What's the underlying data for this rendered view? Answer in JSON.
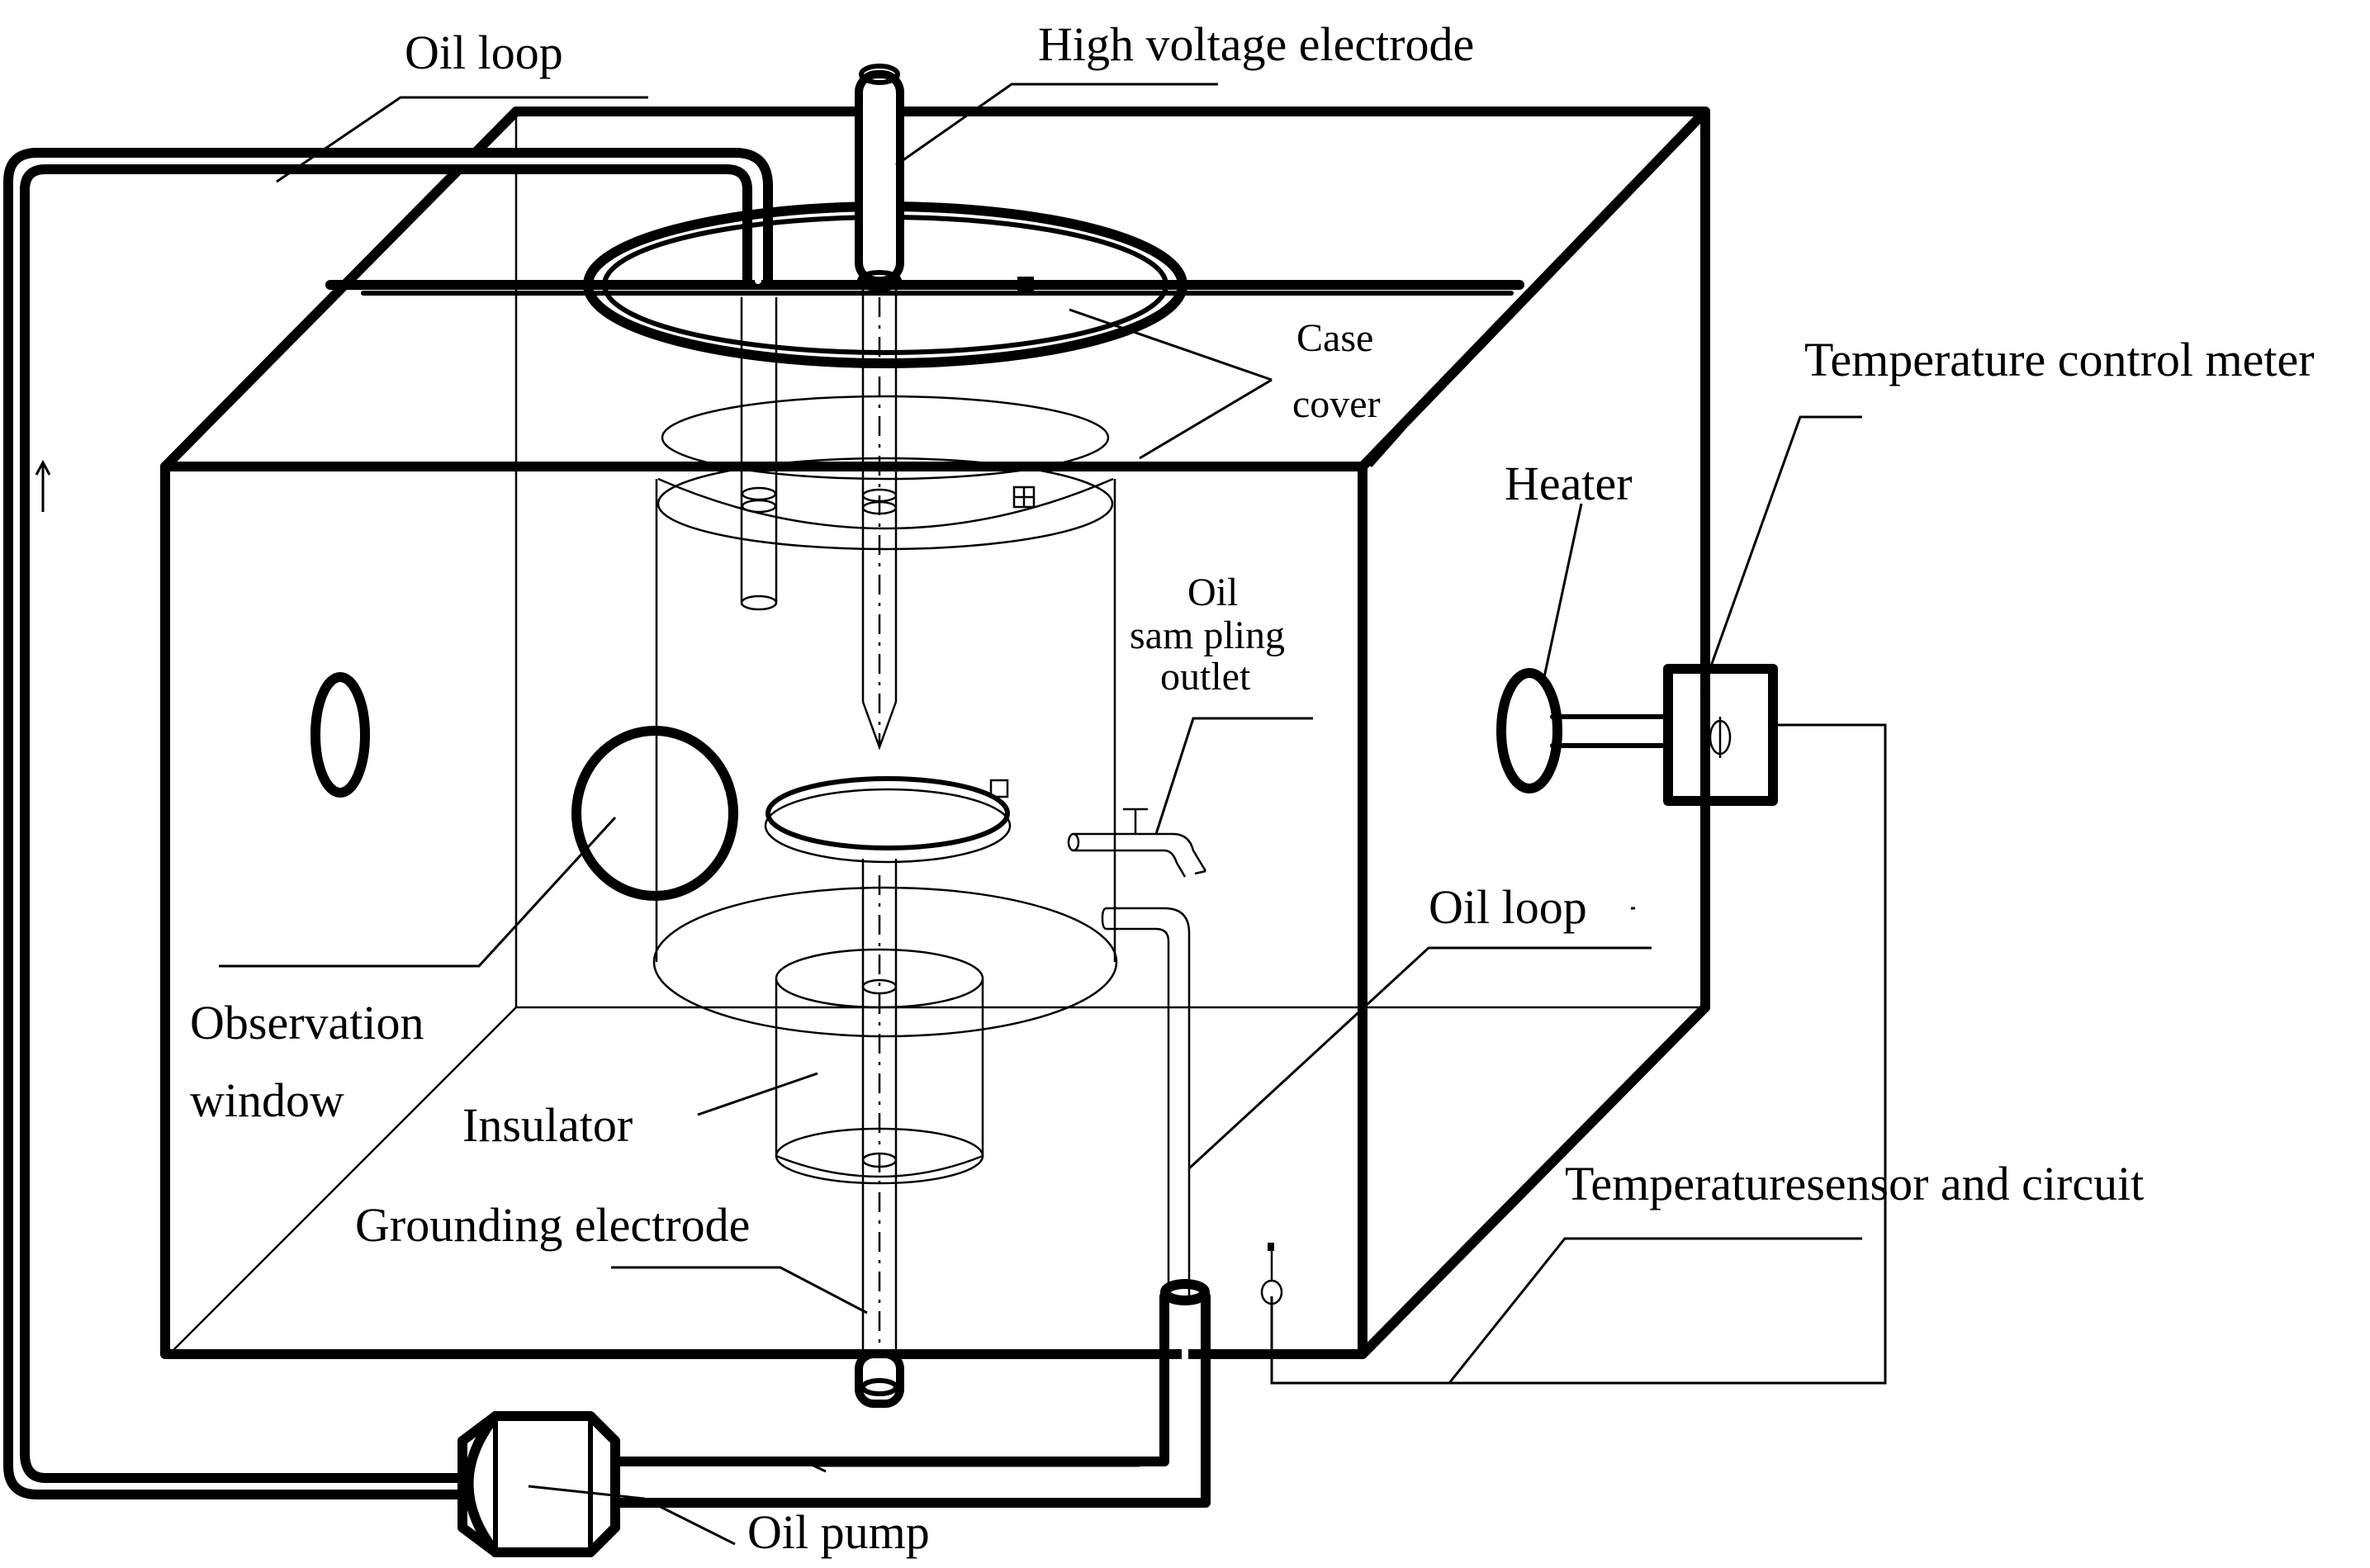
{
  "labels": {
    "oil_loop_top": "Oil loop",
    "high_voltage_electrode": "High voltage electrode",
    "case_line1": "Case",
    "case_line2": "cover",
    "temperature_control_meter": "Temperature control meter",
    "heater": "Heater",
    "oil_sampling_line1": "Oil",
    "oil_sampling_line2": "sam pling",
    "oil_sampling_line3": "outlet",
    "oil_loop_right": "Oil loop",
    "observation_line1": "Observation",
    "observation_line2": "window",
    "insulator": "Insulator",
    "grounding_electrode": "Grounding electrode",
    "temperature_sensor": "Temperaturesensor and circuit",
    "oil_pump": "Oil pump"
  },
  "colors": {
    "ink": "#000000",
    "background": "#ffffff"
  }
}
